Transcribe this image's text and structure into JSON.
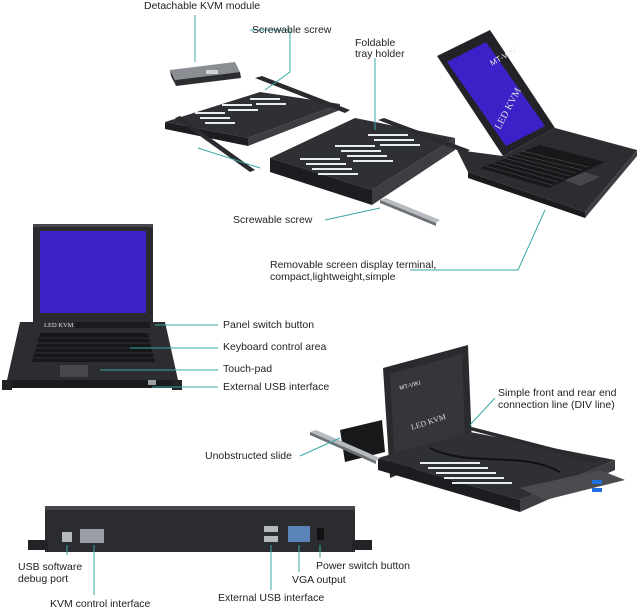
{
  "labels": {
    "detachable_kvm_module": "Detachable KVM module",
    "screwable_screw_top": "Screwable screw",
    "foldable_tray_holder_1": "Foldable",
    "foldable_tray_holder_2": "tray holder",
    "screwable_screw_bottom": "Screwable screw",
    "removable_screen_1": "Removable screen display terminal,",
    "removable_screen_2": "compact,lightweight,simple",
    "panel_switch_button": "Panel switch button",
    "keyboard_control_area": "Keyboard control area",
    "touch_pad": "Touch-pad",
    "external_usb_interface_mid": "External USB interface",
    "simple_front_rear_1": "Simple front and rear end",
    "simple_front_rear_2": "connection line (DIV line)",
    "unobstructed_slide": "Unobstructed slide",
    "usb_software_debug_1": "USB software",
    "usb_software_debug_2": "debug port",
    "power_switch_button": "Power switch button",
    "vga_output": "VGA output",
    "kvm_control_interface": "KVM control interface",
    "external_usb_interface_bottom": "External USB interface"
  },
  "device_text": {
    "brand": "MT-VIKI",
    "led_kvm_top": "LED KVM",
    "led_kvm_mid": "LED KVM",
    "led_kvm_right": "LED KVM"
  },
  "colors": {
    "callout_line": "#39a7a7",
    "screen": "#3b22c8",
    "chassis": "#2c2d30"
  }
}
